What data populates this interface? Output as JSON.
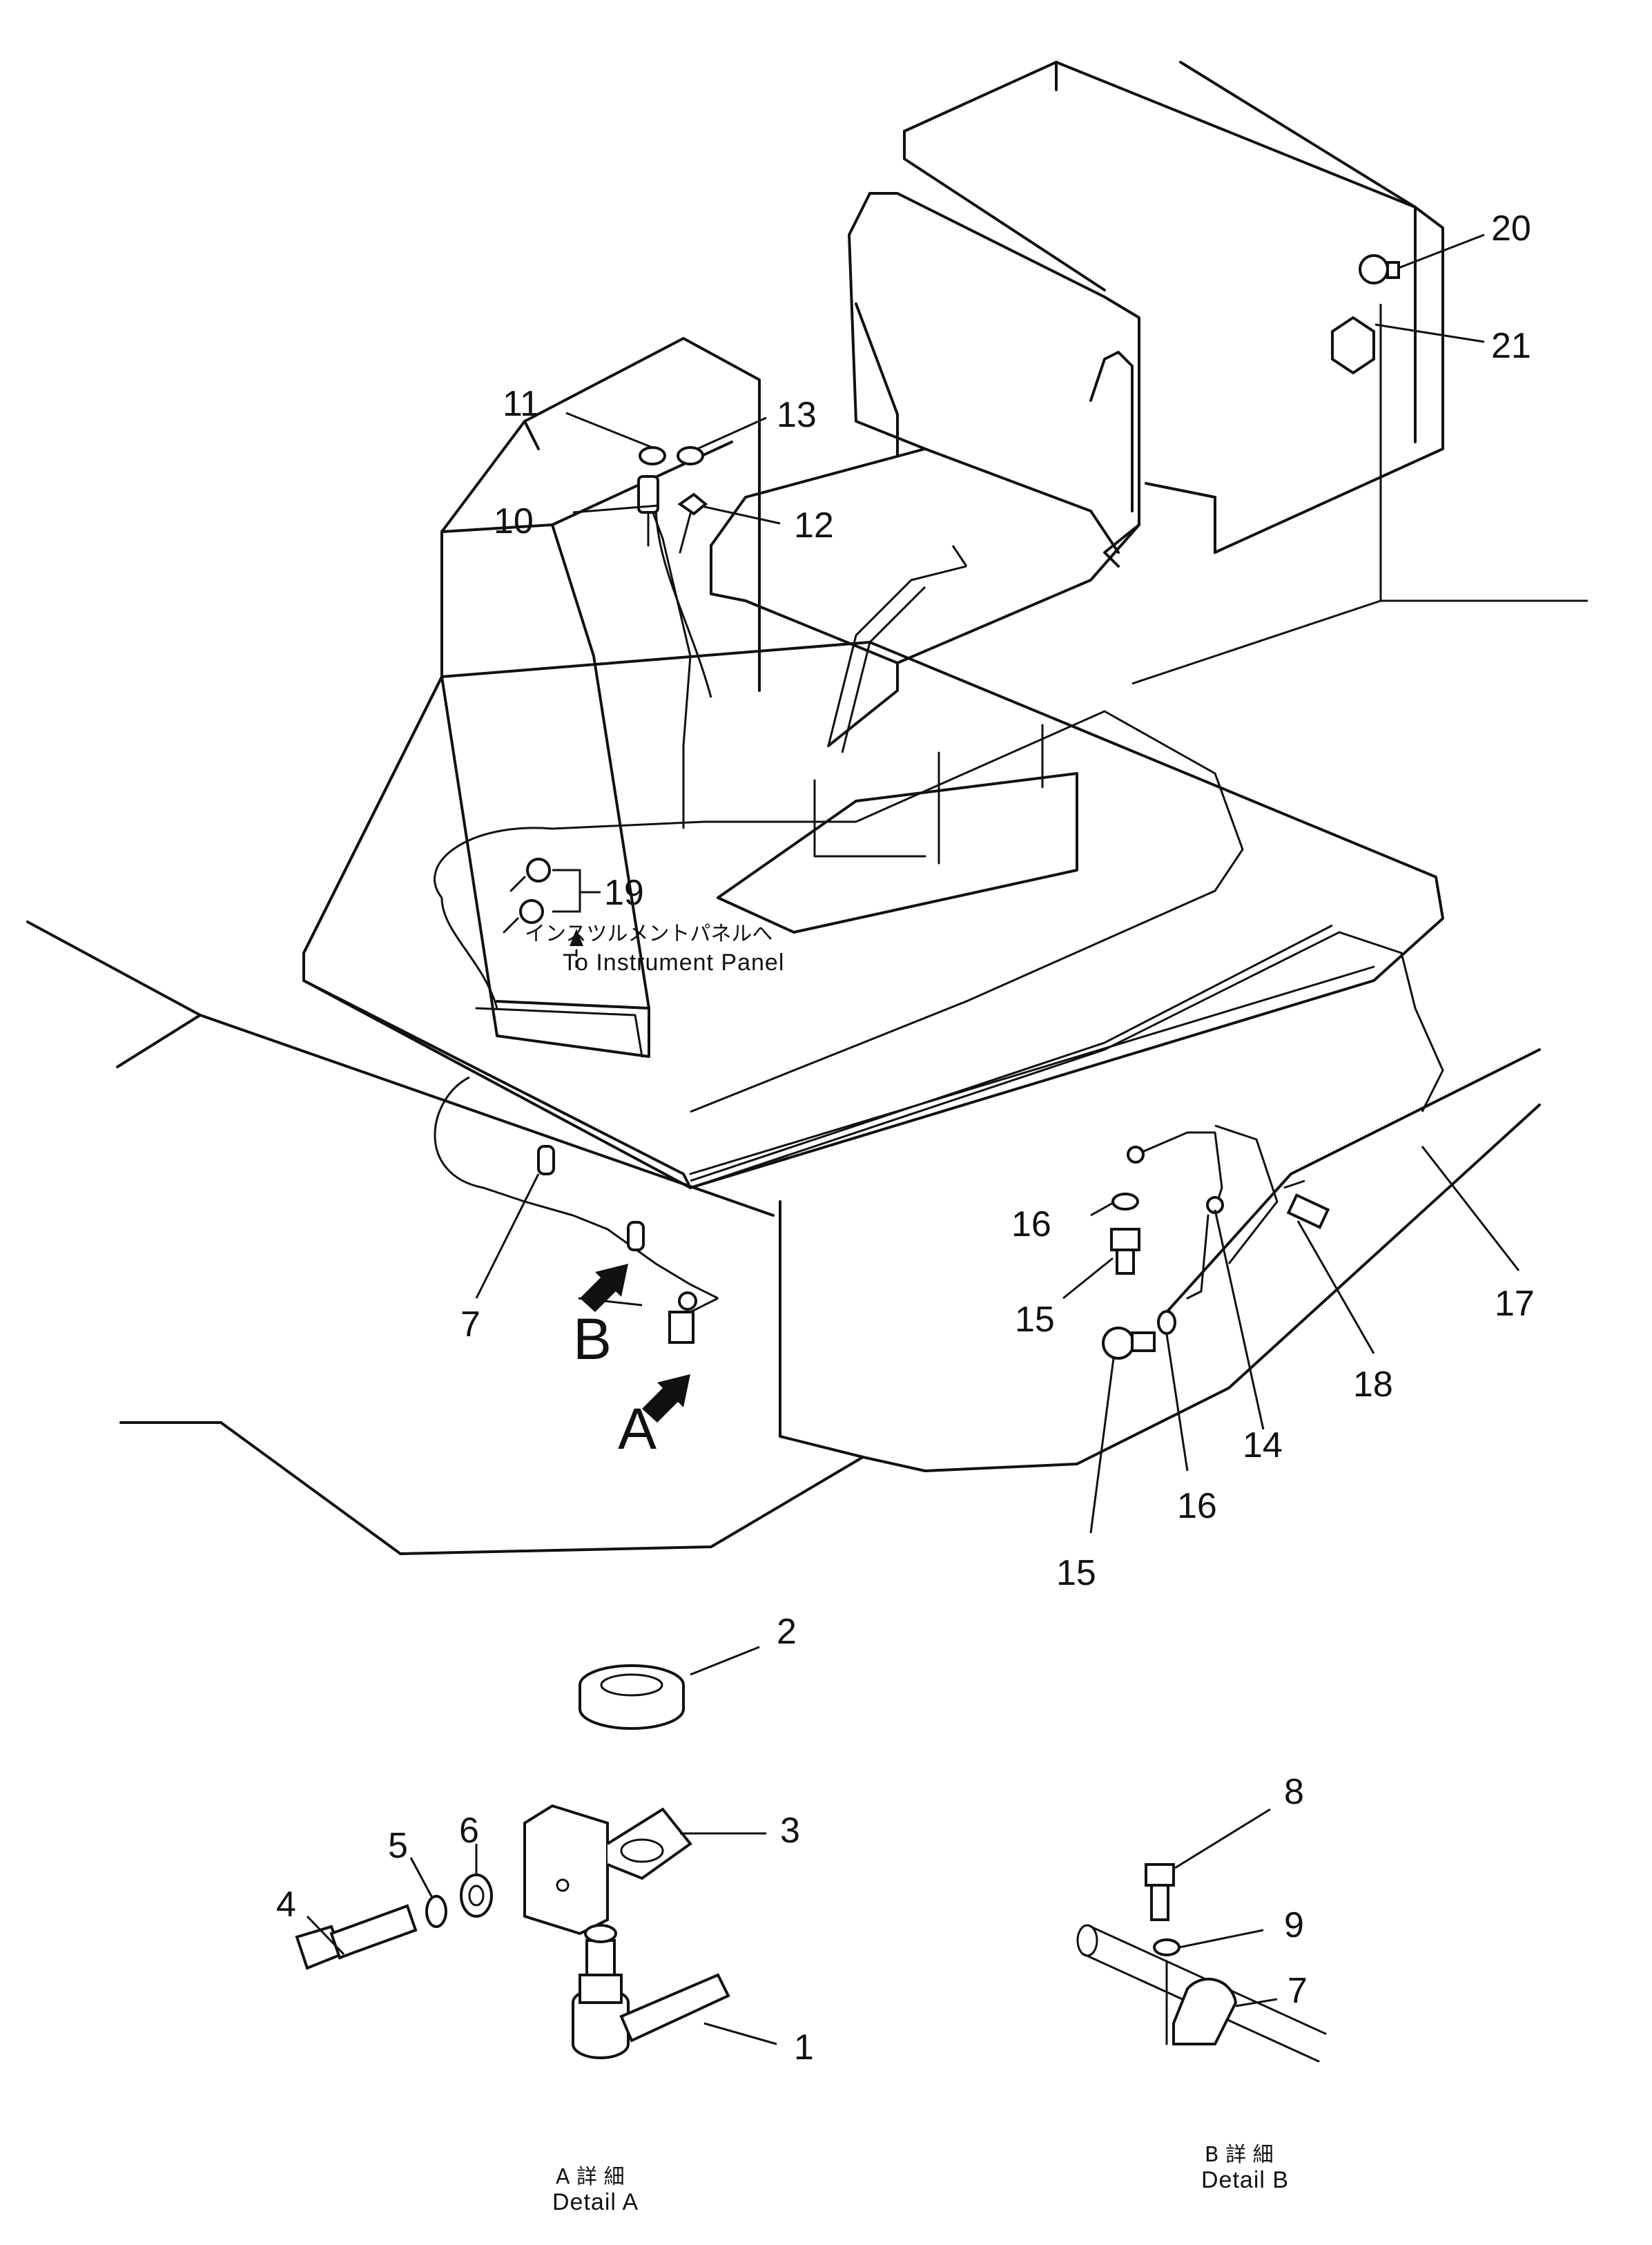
{
  "callouts": [
    "1",
    "2",
    "3",
    "4",
    "5",
    "6",
    "7",
    "7",
    "8",
    "9",
    "10",
    "11",
    "12",
    "13",
    "14",
    "15",
    "15",
    "16",
    "16",
    "17",
    "18",
    "19",
    "20",
    "21"
  ],
  "view_letters": {
    "a": "A",
    "b": "B"
  },
  "note": {
    "jp": "インスツルメントパネルへ",
    "en": "To Instrument Panel"
  },
  "detail_a": {
    "jp": "A 詳 細",
    "en": "Detail A"
  },
  "detail_b": {
    "jp": "B 詳 細",
    "en": "Detail B"
  }
}
